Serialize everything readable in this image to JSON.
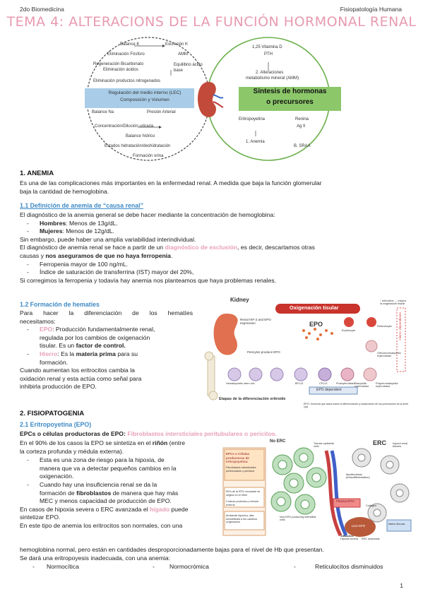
{
  "header": {
    "left": "2do Biomedicina",
    "right": "Fisiopatología Humana",
    "title": "TEMA 4: ALTERACIONS DE LA FUNCIÓN HORMONAL RENAL"
  },
  "diagram": {
    "left_items": [
      "Balance K",
      "Excreción K",
      "Eliminación Fósforo",
      "AMM",
      "Regeneración Bicarbonato",
      "Eliminación ácidos",
      "Equilibrio ácido base",
      "Eliminación productos nitrogenados",
      "Balance Na",
      "Presión Arterial",
      "Concentración/Dilución urinaria",
      "Balance hídrico",
      "Estados hidratación/deshidratación",
      "Formación orina"
    ],
    "left_box_line1": "Regulación del medio interno (LEC)",
    "left_box_line2": "Composición y Volumen",
    "right_items": [
      "1,25 Vitamina D",
      "PTH",
      "2. Alteraciones",
      "metabolismo mineral (AMM)",
      "Eritropoyetina",
      "Renina",
      "Ag II",
      "1. Anemia",
      "B. SRAA"
    ],
    "right_box_line1": "Síntesis de hormonas",
    "right_box_line2": "o precursores"
  },
  "s1": {
    "heading": "1. ANEMIA",
    "intro_line1": "Es una de las complicaciones más importantes en la enfermedad renal. A medida que baja la función glomerular",
    "intro_line2": "baja la cantidad de hemoglobina.",
    "sub1": "1.1 Definición de anemia de “causa renal”",
    "def_line": "El diagnóstico de la anemia general se debe hacer mediante la concentración de hemoglobina:",
    "hombres_label": "Hombres",
    "hombres_text": ": Menos de 13g/dL.",
    "mujeres_label": "Mujeres",
    "mujeres_text": ": Menos de 12g/dL.",
    "var_line": "Sin embargo, puede haber una amplia variabilidad interindividual.",
    "renal_a": "El diagnóstico de anemia renal se hace a partir de un ",
    "renal_pink": "diagnóstico de exclusión",
    "renal_b": ", es decir, descartamos otras",
    "renal2_a": "causas y ",
    "renal2_b": "nos aseguramos de que no haya ferropenia",
    "renal2_c": ".",
    "ferritin": "Ferropenia mayor de 100 ng/mL.",
    "ist": "Índice de saturación de transferrina (IST) mayor del 20%,",
    "correct_line": "Si corregimos la ferropenia y todavía hay anemia nos planteamos que haya problemas renales.",
    "sub2": "1.2 Formación de hematíes",
    "form_line1": "Para hacer la diferenciación de los hematíes",
    "form_line2": "necesitamos:",
    "epo_label": "EPO",
    "epo_l1": ": Producción fundamentalmente renal,",
    "epo_l2": "regulada por los cambios de oxigenación",
    "epo_l3a": "tisular. Es un ",
    "epo_l3b": "factor de control.",
    "fe_label": "Hierro",
    "fe_l1a": ": Es la ",
    "fe_l1b": "materia prima",
    "fe_l1c": " para su",
    "fe_l2": "formación.",
    "when_l1": "Cuando aumentan los eritrocitos cambia la",
    "when_l2": "oxidación renal y esta actúa como señal para",
    "when_l3": "inhibirla producción de EPO."
  },
  "fig1": {
    "kidney": "Kidney",
    "oxygen": "Oxigenación tisular",
    "epo": "EPO",
    "hif": "Renal HIF-2 and EPO expression",
    "pericytes": "Pericytes produce EPO",
    "epo_dependent": "EPO dependent",
    "etapas": "Etapas de la diferenciación eritroide",
    "hsc": "Hematopoietic stem cell",
    "bfu": "BFU-E",
    "cfu": "CFU-E",
    "pro": "Proerythroblast",
    "baso": "Basophilic erythroblast",
    "poly": "Polychromatophilic erythroblast",
    "ortho": "Orthochromatophilic erythroblast",
    "retic": "Reticulocyte",
    "ery": "Erythrocyte",
    "hierro": "Hierro: dependiente",
    "sat": "↑ eritrocitos → mejora la oxigenación tisular",
    "caption": "EPO: hormona que actúa sobre la diferenciación y maduración de los precursores de la serie roja"
  },
  "s2": {
    "heading": "2. FISIOPATOGENIA",
    "sub1": "2.1 Eritropoyetina (EPO)",
    "epc_a": "EPCs o células productoras de EPO: ",
    "epc_b": "Fibroblastos intersticiales peritubulares o pericitos.",
    "r90_a": "En el 90% de los casos la EPO se sintetiza en el ",
    "r90_b": "riñón",
    "r90_c": " (entre",
    "r90_2": "la corteza profunda y médula externa).",
    "zone_l1": "Esta es una zona de riesgo para la hipoxia, de",
    "zone_l2": "manera que va a detectar pequeños cambios en la",
    "zone_l3": "oxigenación.",
    "fib_l1": "Cuando hay una insuficiencia renal se da la",
    "fib_l2a": "formación de ",
    "fib_l2b": "fibroblastos",
    "fib_l2c": " de manera que hay más",
    "fib_l3": "MEC y menos capacidad de producción de EPO.",
    "hyp_a": "En casos de hipoxia severa o ERC avanzada el ",
    "hyp_b": "hígado",
    "hyp_c": " puede",
    "hyp_2": "sintetizar EPO.",
    "anem_l1": "En este tipo de anemia los eritrocitos son normales, con una",
    "anem_l2": "hemoglobina normal, pero están en cantidades desproporcionadamente bajas para el nivel de Hb que presentan.",
    "anem_l3": "Se dará una eritropoyesis inadecuada, con una anemia:",
    "t1": "Normocítica",
    "t2": "Normocrómica",
    "t3": "Reticulocitos disminuidos"
  },
  "fig2": {
    "noerc": "No ERC",
    "erc": "ERC",
    "box_title": "EPCs o Células productoras de eritropoyetina:",
    "box_sub": "Fibroblastos intersticiales peritubulares o pericitos",
    "box2": "90% de la EPO circulante se origina en el riñón",
    "box2b": "Corteza profunda y médula externa",
    "box3": "Ambiente hipóxico, alta sensibilidad a los cambios oxigenación",
    "tub": "Tubular epithelial cells",
    "inj": "Injured renal tubules",
    "myo": "Myofibroblast (transdifferentiation)",
    "plasma": "Plasma EPO",
    "liver": "Liver EPO",
    "non": "Non-EPO-producing interstitial cells",
    "col": "Collagen",
    "fib": "Matrix fibrosis",
    "sit": "Situación:",
    "sit1": "Hipoxia severa",
    "sit2": "ERC avanzada"
  },
  "page_number": "1"
}
